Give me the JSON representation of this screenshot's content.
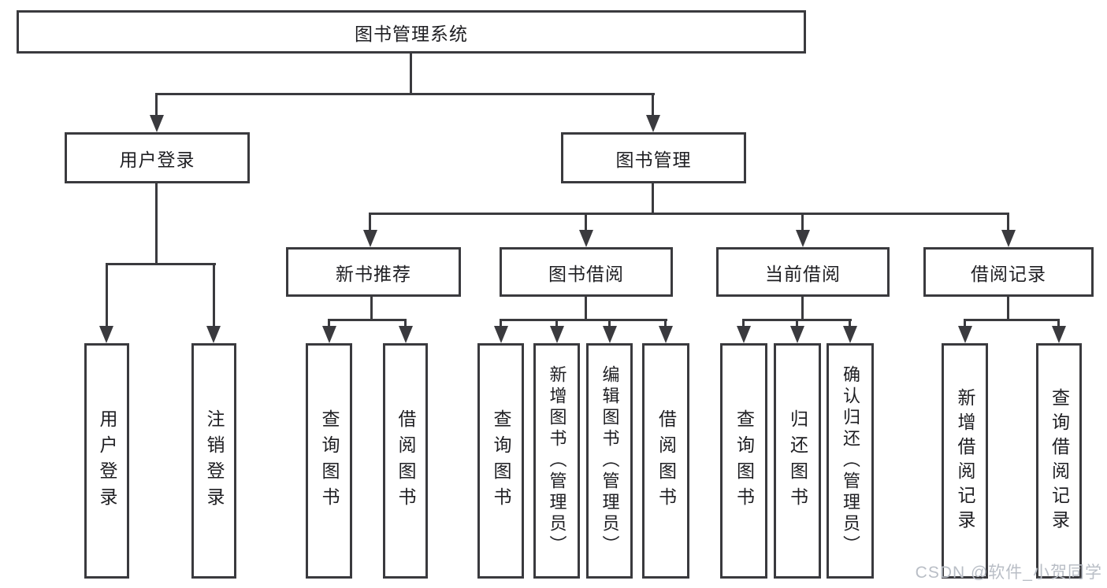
{
  "diagram": {
    "title": "图书管理系统",
    "branches": [
      {
        "label": "用户登录",
        "children": [
          {
            "label": "用户登录"
          },
          {
            "label": "注销登录"
          }
        ]
      },
      {
        "label": "图书管理",
        "children": [
          {
            "label": "新书推荐",
            "children": [
              {
                "label": "查询图书"
              },
              {
                "label": "借阅图书"
              }
            ]
          },
          {
            "label": "图书借阅",
            "children": [
              {
                "label": "查询图书"
              },
              {
                "label": "新增图书（管理员）"
              },
              {
                "label": "编辑图书（管理员）"
              },
              {
                "label": "借阅图书"
              }
            ]
          },
          {
            "label": "当前借阅",
            "children": [
              {
                "label": "查询图书"
              },
              {
                "label": "归还图书"
              },
              {
                "label": "确认归还（管理员）"
              }
            ]
          },
          {
            "label": "借阅记录",
            "children": [
              {
                "label": "新增借阅记录"
              },
              {
                "label": "查询借阅记录"
              }
            ]
          }
        ]
      }
    ]
  },
  "watermark": {
    "text": "CSDN @软件_小贺同学"
  },
  "colors": {
    "line": "#3a3a3e",
    "text": "#1e1e22",
    "watermark": "#b9bec6",
    "background": "#ffffff"
  }
}
